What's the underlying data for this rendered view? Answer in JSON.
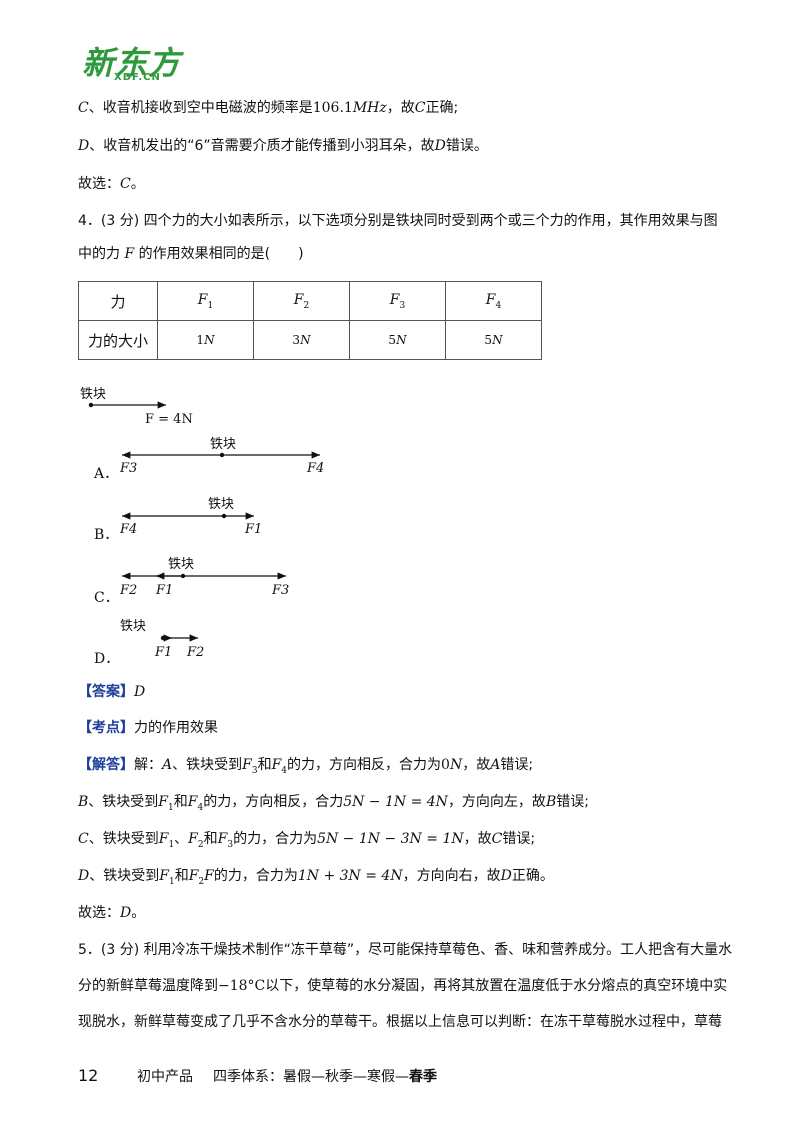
{
  "logo": {
    "cn": "新东方",
    "en": "XDF.CN"
  },
  "c_line": {
    "pre": "C",
    "mid": "、收音机接收到空中电磁波的频率是",
    "num": "106.1",
    "unit": "MHz",
    "post": "，故",
    "var": "C",
    "end": "正确;"
  },
  "d_line": {
    "pre": "D",
    "mid": "、收音机发出的“6”音需要介质才能传播到小羽耳朵，故",
    "var": "D",
    "end": "错误。"
  },
  "choice1": {
    "label": "故选：",
    "ans": "C",
    "end": "。"
  },
  "q4": {
    "line1": "4．(3 分) 四个力的大小如表所示，以下选项分别是铁块同时受到两个或三个力的作用，其作用效果与图",
    "line2_pre": "中的力 ",
    "line2_var": "F",
    "line2_post": " 的作用效果相同的是(　　)"
  },
  "table": {
    "row1_label": "力",
    "row2_label": "力的大小",
    "forces": [
      {
        "name": "F",
        "sub": "1",
        "value": "1",
        "unit": "N"
      },
      {
        "name": "F",
        "sub": "2",
        "value": "3",
        "unit": "N"
      },
      {
        "name": "F",
        "sub": "3",
        "value": "5",
        "unit": "N"
      },
      {
        "name": "F",
        "sub": "4",
        "value": "5",
        "unit": "N"
      }
    ]
  },
  "figure": {
    "block": "铁块",
    "main_force": "F = 4N",
    "options": [
      {
        "label": "A．",
        "left": "F3",
        "right": "F4"
      },
      {
        "label": "B．",
        "left": "F4",
        "right": "F1"
      },
      {
        "label": "C．",
        "left": "F2",
        "mid": "F1",
        "right": "F3"
      },
      {
        "label": "D．",
        "left": "F1",
        "right": "F2"
      }
    ]
  },
  "answer": {
    "tag": "【答案】",
    "value": "D"
  },
  "kaodian": {
    "tag": "【考点】",
    "value": "力的作用效果"
  },
  "solution": {
    "tag": "【解答】",
    "a": {
      "pre": "解：",
      "opt": "A",
      "t1": "、铁块受到",
      "f1": "F",
      "s1": "3",
      "t2": "和",
      "f2": "F",
      "s2": "4",
      "t3": "的力，方向相反，合力为",
      "calc": "0",
      "u": "N",
      "t4": "，故",
      "v": "A",
      "end": "错误;"
    },
    "b": {
      "opt": "B",
      "t1": "、铁块受到",
      "f1": "F",
      "s1": "1",
      "t2": "和",
      "f2": "F",
      "s2": "4",
      "t3": "的力，方向相反，合力",
      "calc": "5N − 1N = 4N",
      "t4": "，方向向左，故",
      "v": "B",
      "end": "错误;"
    },
    "c": {
      "opt": "C",
      "t1": "、铁块受到",
      "f1": "F",
      "s1": "1",
      "t2": "、",
      "f2": "F",
      "s2": "2",
      "t3": "和",
      "f3": "F",
      "s3": "3",
      "t4": "的力，合力为",
      "calc": "5N − 1N − 3N = 1N",
      "t5": "，故",
      "v": "C",
      "end": "错误;"
    },
    "d": {
      "opt": "D",
      "t1": "、铁块受到",
      "f1": "F",
      "s1": "1",
      "t2": "和",
      "f2": "F",
      "s2": "2",
      "f2b": "F",
      "t3": "的力，合力为",
      "calc": "1N + 3N = 4N",
      "t4": "，方向向右，故",
      "v": "D",
      "end": "正确。"
    }
  },
  "choice2": {
    "label": "故选：",
    "ans": "D",
    "end": "。"
  },
  "q5": {
    "line1": "5．(3 分) 利用冷冻干燥技术制作“冻干草莓”，尽可能保持草莓色、香、味和营养成分。工人把含有大量水",
    "line2_pre": "分的新鲜草莓温度降到",
    "line2_temp": "−18°C",
    "line2_post": "以下，使草莓的水分凝固，再将其放置在温度低于水分熔点的真空环境中实",
    "line3": "现脱水，新鲜草莓变成了几乎不含水分的草莓干。根据以上信息可以判断：在冻干草莓脱水过程中，草莓"
  },
  "footer": {
    "page": "12",
    "product": "初中产品",
    "system": "四季体系：暑假—秋季—寒假—",
    "bold": "春季"
  }
}
